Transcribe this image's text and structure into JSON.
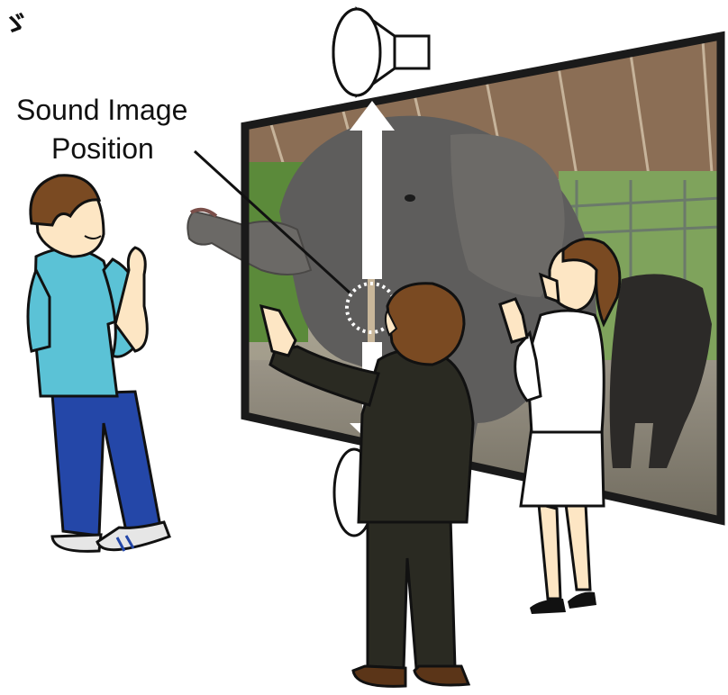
{
  "annotation": {
    "line1": "Sound Image",
    "line2": "Position"
  },
  "corner_glyph": "ゞ",
  "icons": {
    "top_speaker": "speaker-icon",
    "bottom_speaker": "speaker-icon",
    "up_arrow": "arrow-up-icon",
    "down_arrow": "arrow-down-icon",
    "sound_position_marker": "dashed-circle-marker"
  },
  "colors": {
    "screen_frame": "#1a1a1a",
    "blue_shirt": "#5bc2d6",
    "blue_pants": "#2447a8",
    "dark_suit": "#2a2a22",
    "white_blouse": "#ffffff",
    "skin": "#fde6c4",
    "hair": "#7a4a22"
  }
}
